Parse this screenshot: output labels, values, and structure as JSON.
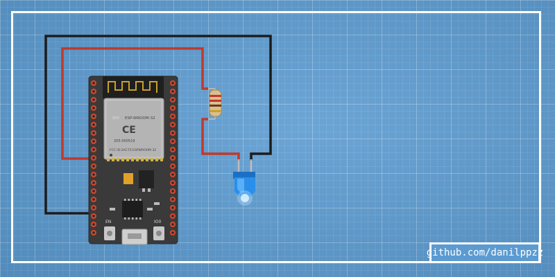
{
  "credit": {
    "text": "github.com/danilppzz"
  },
  "board": {
    "module_brand": "ESP-WROOM-32",
    "ce_mark": "CE",
    "id_line": "205-000519",
    "fcc_line": "FCC ID:2AC7Z-ESPWROOM 32",
    "button_en": "EN",
    "button_io0": "IO0"
  },
  "colors": {
    "background": "#5b9bd1",
    "wire_black": "#1c1c1c",
    "wire_red": "#c0392b",
    "board": "#3a3a3a",
    "led": "#2a8fe8"
  }
}
